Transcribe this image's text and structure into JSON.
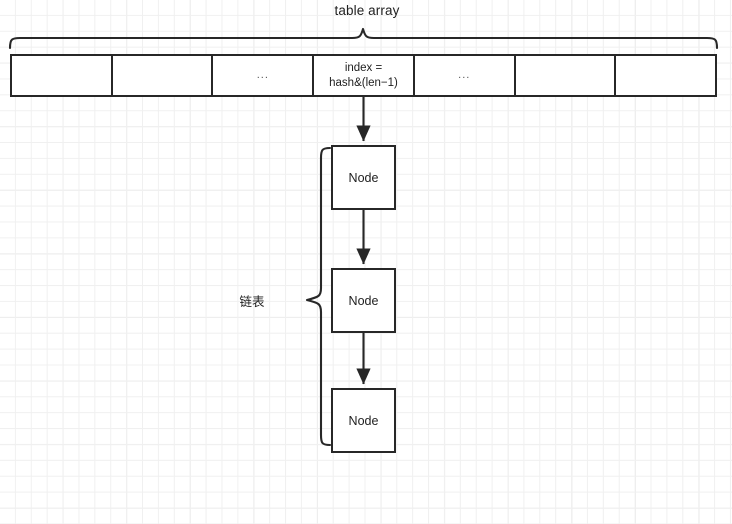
{
  "diagram": {
    "type": "hashmap-structure-diagram",
    "background": {
      "grid_minor_color": "#f0f0f0",
      "grid_major_color": "#e6e6e6",
      "page_color": "#ffffff"
    },
    "stroke_color": "#272727",
    "text_color": "#1f1f1f",
    "array": {
      "label": "table array",
      "cells": [
        {
          "id": "cell-0",
          "lines": []
        },
        {
          "id": "cell-1",
          "lines": []
        },
        {
          "id": "cell-2",
          "lines": [
            "..."
          ]
        },
        {
          "id": "cell-3",
          "lines": [
            "index =",
            "hash&(len−1)"
          ]
        },
        {
          "id": "cell-4",
          "lines": [
            "..."
          ]
        },
        {
          "id": "cell-5",
          "lines": []
        },
        {
          "id": "cell-6",
          "lines": []
        }
      ],
      "cell_count": 7,
      "highlighted_cell_index": 3
    },
    "chain": {
      "label": "链表",
      "nodes": [
        {
          "id": "node-0",
          "label": "Node"
        },
        {
          "id": "node-1",
          "label": "Node"
        },
        {
          "id": "node-2",
          "label": "Node"
        }
      ],
      "node_count": 3
    },
    "arrows": [
      {
        "id": "arrow-array-to-node-0",
        "from": "cell-3",
        "to": "node-0"
      },
      {
        "id": "arrow-node-0-to-node-1",
        "from": "node-0",
        "to": "node-1"
      },
      {
        "id": "arrow-node-1-to-node-2",
        "from": "node-1",
        "to": "node-2"
      }
    ]
  }
}
